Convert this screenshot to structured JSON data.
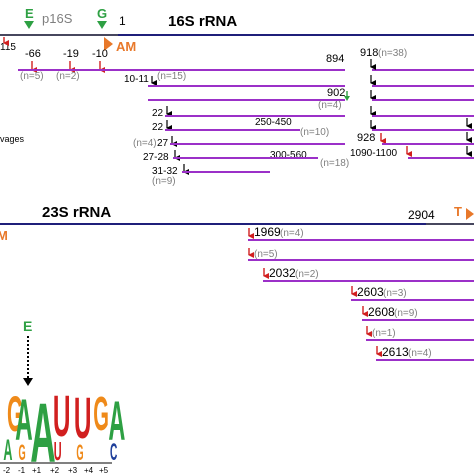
{
  "rrna16": {
    "title": "16S rRNA",
    "p16s": "p16S",
    "marker_e": "E",
    "marker_g": "G",
    "pos_1": "1",
    "am_label": "AM",
    "pos_115": "115",
    "pos_66": "-66",
    "pos_19": "-19",
    "pos_10": "-10",
    "n5": "(n=5)",
    "n2": "(n=2)",
    "vages": "vages",
    "pos_894": "894",
    "pos_918": "918",
    "n38": "(n=38)",
    "pos_10_11": "10-11",
    "n15": "(n=15)",
    "pos_902": "902",
    "n4a": "(n=4)",
    "pos_22a": "22",
    "pos_22b": "22",
    "pos_250_450": "250-450",
    "n10": "(n=10)",
    "n4b": "(n=4)",
    "pos_27": "27",
    "pos_928": "928",
    "pos_27_28": "27-28",
    "pos_300_560": "300-560",
    "pos_1090_1100": "1090-1100",
    "n18": "(n=18)",
    "pos_31_32": "31-32",
    "n9": "(n=9)"
  },
  "rrna23": {
    "title": "23S rRNA",
    "pos_2904": "2904",
    "t_label": "T",
    "m_label": "M",
    "pos_1969": "1969",
    "n4a": "(n=4)",
    "n5": "(n=5)",
    "pos_2032": "2032",
    "n2": "(n=2)",
    "pos_2603": "2603",
    "n3": "(n=3)",
    "pos_2608": "2608",
    "n9": "(n=9)",
    "n1": "(n=1)",
    "pos_2613": "2613",
    "n4b": "(n=4)"
  },
  "logo": {
    "marker_e": "E",
    "row_top": [
      "G",
      "A",
      "A",
      "U",
      "U",
      "G",
      "A"
    ],
    "row_bottom": [
      "A",
      "G",
      "",
      "U",
      "G",
      "",
      "C"
    ],
    "positions": [
      "-2",
      "-1",
      "+1",
      "+2",
      "+3",
      "+4",
      "+5"
    ]
  },
  "colors": {
    "backbone": "#1f1f7a",
    "fragment": "#9b30c8",
    "arrow_red": "#d11f1f",
    "arrow_black": "#000000",
    "arrow_green": "#2ea043",
    "label_green": "#2ea043",
    "label_orange": "#e8782a",
    "note_grey": "#7f7f7f",
    "logo_green": "#2ea043",
    "logo_orange": "#ef8a1a",
    "logo_blue": "#1f3f9a"
  }
}
